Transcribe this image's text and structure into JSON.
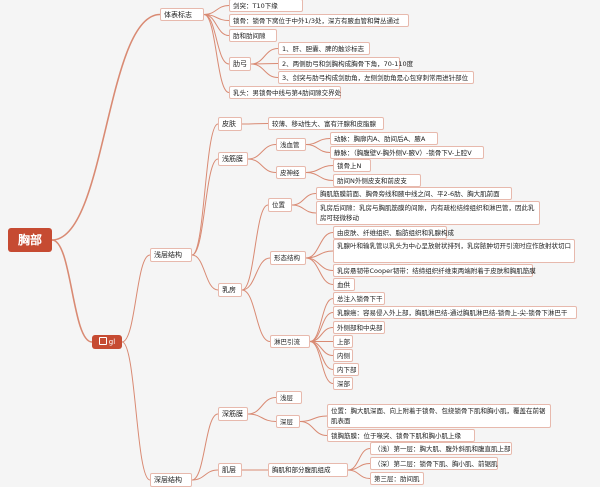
{
  "root": "胸部",
  "gl": {
    "label": "gl",
    "icon": "note-icon"
  },
  "n": {
    "tiao": "体表标志",
    "t1": "剑突：T10下缘",
    "t2": "锁骨：锁骨下窝位于中外1/3处，深方有腋血管和臂丛通过",
    "t3": "肋和肋间隙",
    "lg": "肋弓",
    "lg1": "1、肝、胆囊、脾的触诊标志",
    "lg2": "2、两侧肋弓和剑胸构成胸骨下角，70-110度",
    "lg3": "3、剑突与肋弓构成剑肋角，左侧剑肋角是心包穿刺常用进针部位",
    "t4": "乳头：男锁骨中线与第4肋间隙交界处",
    "qs": "浅层结构",
    "pf": "皮肤",
    "pf1": "较薄、移动性大、富有汗腺和皮脂腺",
    "qjm": "浅筋膜",
    "qxg": "浅血管",
    "dm": "动脉：胸廓内A、肋间后A、腋A",
    "jm": "静脉：（胸腹壁V-胸外侧V-腋V）-锁骨下V-上腔V",
    "psj": "皮神经",
    "sj1": "锁骨上N",
    "sj2": "肋间N外侧皮支和前皮支",
    "rf": "乳房",
    "wz": "位置",
    "wz1": "胸肌筋膜前面、胸骨旁线和腋中线之间、平2-6肋、胸大肌前面",
    "wz2": "乳房后间隙：乳房与胸肌筋膜的间隙，内有疏松结缔组织和淋巴管，因此乳房可轻微移动",
    "xt": "形态结构",
    "xt1": "由皮肤、纤维组织、脂肪组织和乳腺构成",
    "xt2": "乳腺叶和输乳管以乳头为中心呈放射状排列，乳房脓肿切开引流时应作放射状切口",
    "xt3": "乳房悬韧带Cooper韧带：结缔组织纤维束两端附着于皮肤和胸肌筋膜",
    "xt4": "血供",
    "lb": "淋巴引流",
    "lb1": "总注入锁骨下干",
    "lb2": "乳腺癌：容易侵入外上部，胸肌淋巴结-通过胸肌淋巴结-锁骨上-尖-锁骨下淋巴干",
    "lb3": "外侧部和中央部",
    "lb4": "上部",
    "lb5": "内侧",
    "lb6": "内下部",
    "lb7": "深部",
    "sjm": "深筋膜",
    "qc": "浅层",
    "sc": "深层",
    "sc1": "位置：胸大肌深面、向上附着于锁骨、包绕锁骨下肌和胸小肌，覆盖在前锯肌表面",
    "sc2": "锁胸筋膜：位于喙突、锁骨下肌和胸小肌上缘",
    "sc_struct": "深层结构",
    "jc": "肌层",
    "xjb": "胸肌和部分腹肌组成",
    "j1": "（浅）第一层：胸大肌、腹外斜肌和腹直肌上部",
    "j2": "（深）第二层：锁骨下肌、胸小肌、前锯肌",
    "j3": "第三层：肋间肌"
  }
}
